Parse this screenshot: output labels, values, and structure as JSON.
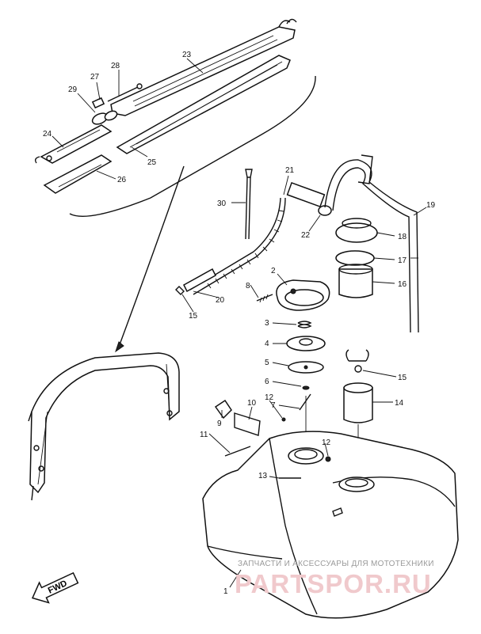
{
  "callouts": [
    {
      "id": "c1",
      "text": "1"
    },
    {
      "id": "c2",
      "text": "2"
    },
    {
      "id": "c3",
      "text": "3"
    },
    {
      "id": "c4",
      "text": "4"
    },
    {
      "id": "c5",
      "text": "5"
    },
    {
      "id": "c6",
      "text": "6"
    },
    {
      "id": "c7",
      "text": "7"
    },
    {
      "id": "c8",
      "text": "8"
    },
    {
      "id": "c9",
      "text": "9"
    },
    {
      "id": "c10",
      "text": "10"
    },
    {
      "id": "c11",
      "text": "11"
    },
    {
      "id": "c12a",
      "text": "12"
    },
    {
      "id": "c12b",
      "text": "12"
    },
    {
      "id": "c13",
      "text": "13"
    },
    {
      "id": "c14",
      "text": "14"
    },
    {
      "id": "c15a",
      "text": "15"
    },
    {
      "id": "c15b",
      "text": "15"
    },
    {
      "id": "c16",
      "text": "16"
    },
    {
      "id": "c17",
      "text": "17"
    },
    {
      "id": "c18",
      "text": "18"
    },
    {
      "id": "c19",
      "text": "19"
    },
    {
      "id": "c20",
      "text": "20"
    },
    {
      "id": "c21",
      "text": "21"
    },
    {
      "id": "c22",
      "text": "22"
    },
    {
      "id": "c23",
      "text": "23"
    },
    {
      "id": "c24",
      "text": "24"
    },
    {
      "id": "c25",
      "text": "25"
    },
    {
      "id": "c26",
      "text": "26"
    },
    {
      "id": "c27",
      "text": "27"
    },
    {
      "id": "c28",
      "text": "28"
    },
    {
      "id": "c29",
      "text": "29"
    },
    {
      "id": "c30",
      "text": "30"
    }
  ],
  "fwd_label": "FWD",
  "watermark": {
    "caption": "ЗАПЧАСТИ И АКСЕССУАРЫ ДЛЯ МОТОТЕХНИКИ",
    "logo": "PARTSPOR.RU"
  }
}
